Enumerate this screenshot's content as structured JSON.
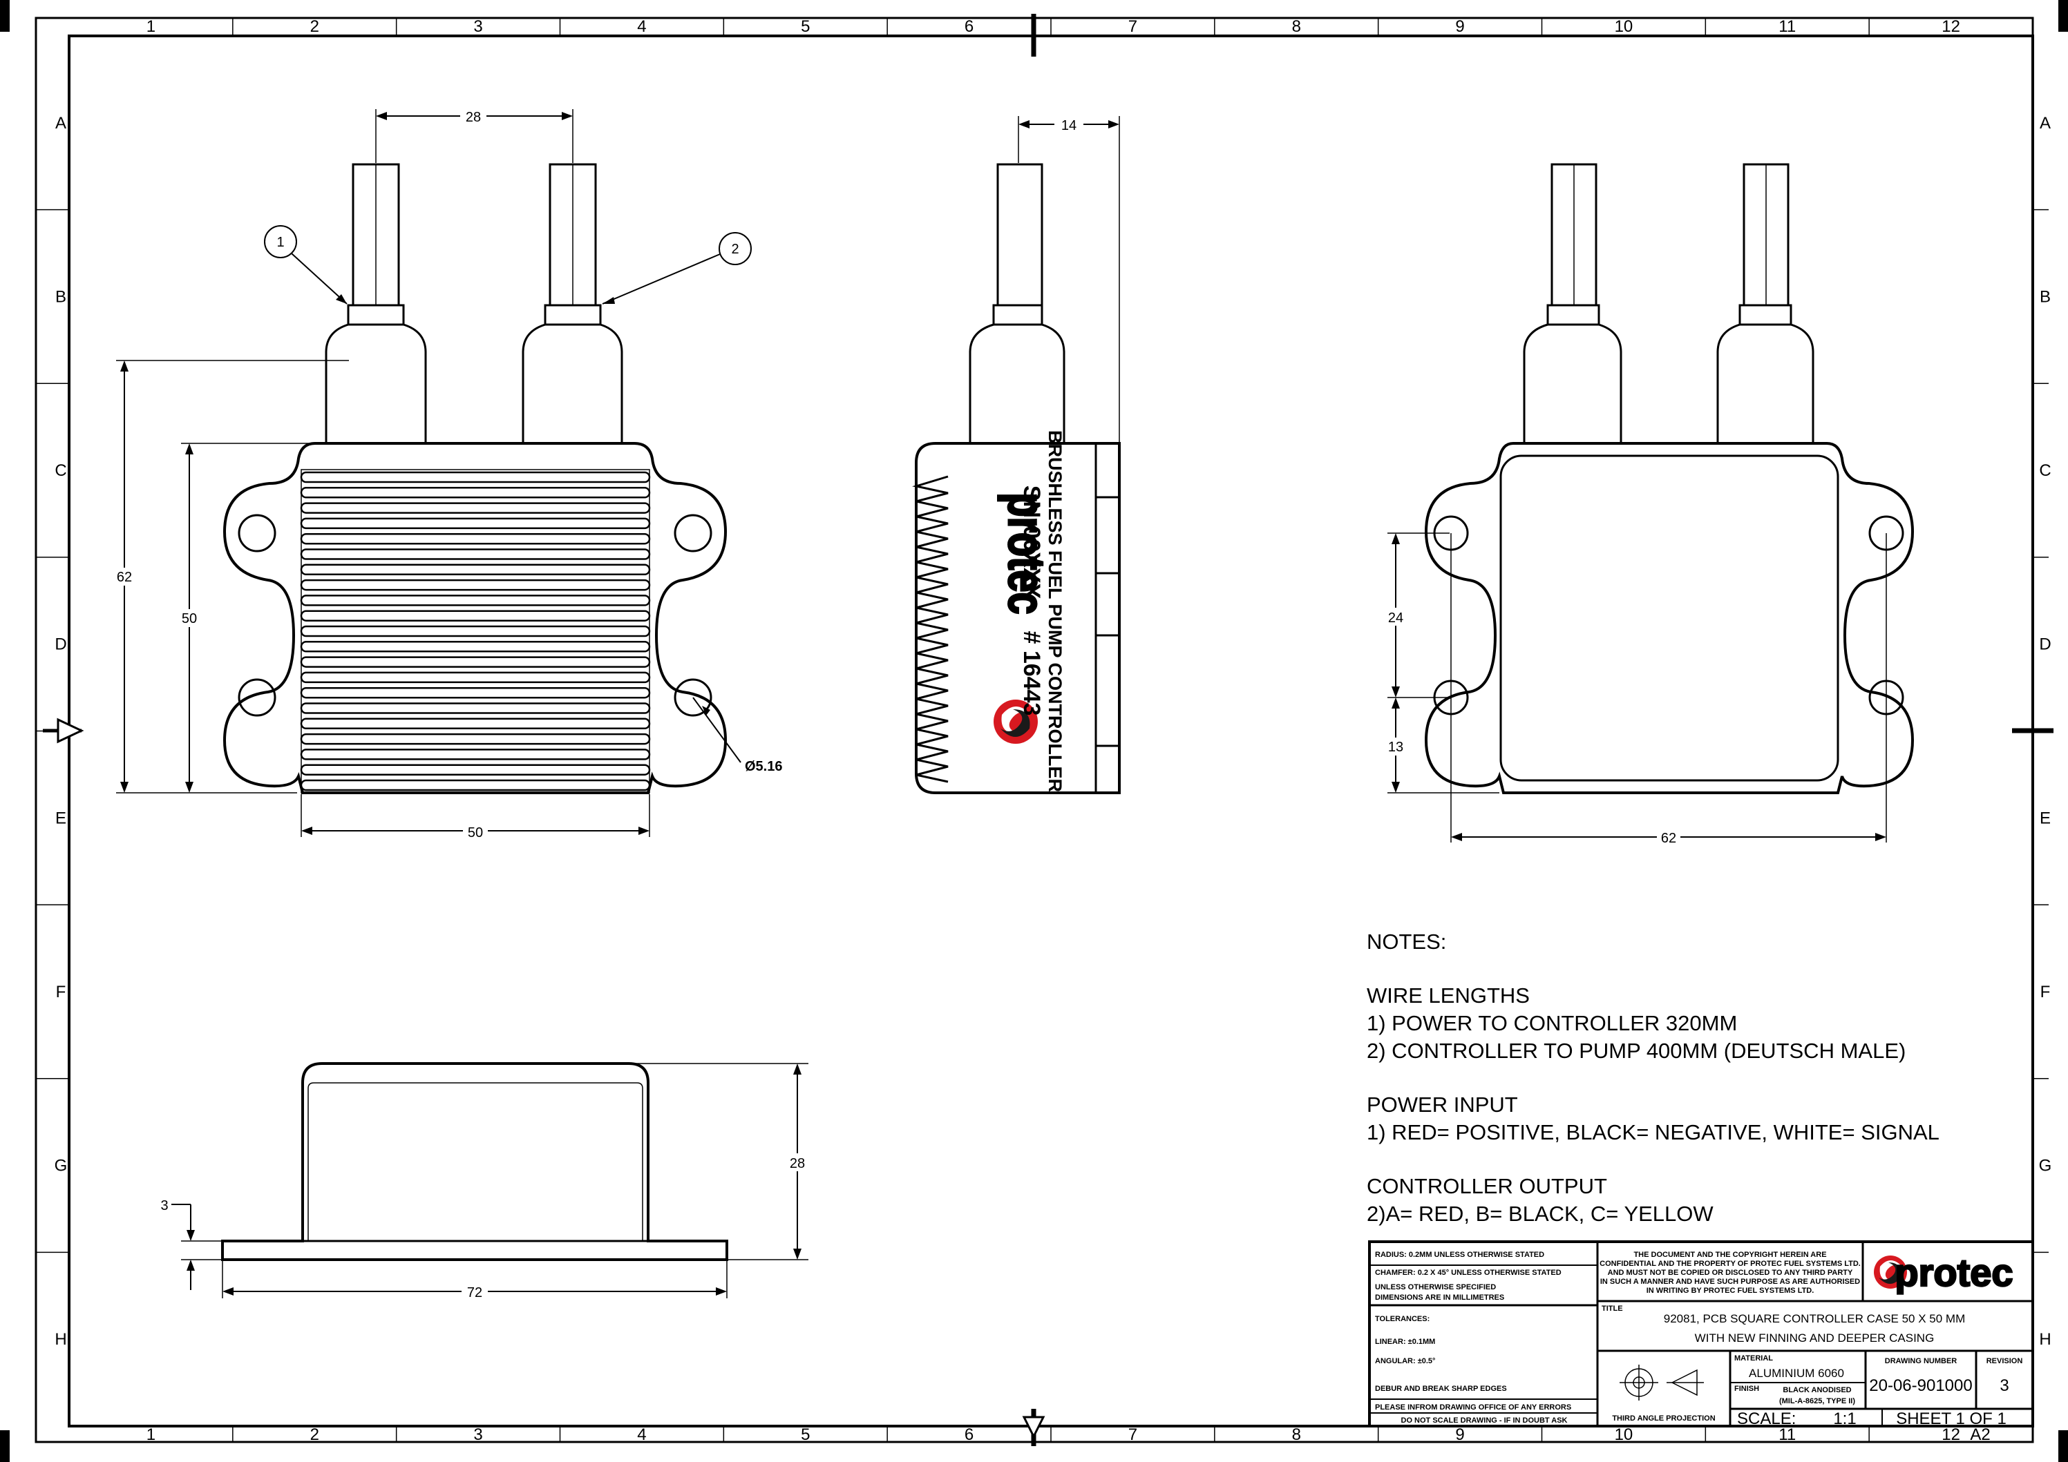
{
  "zones": {
    "columns": [
      "1",
      "2",
      "3",
      "4",
      "5",
      "6",
      "7",
      "8",
      "9",
      "10",
      "11",
      "12"
    ],
    "rows": [
      "A",
      "B",
      "C",
      "D",
      "E",
      "F",
      "G",
      "H"
    ]
  },
  "views": {
    "front": {
      "dims": {
        "wire_spacing": "28",
        "overall_height": "62",
        "body_height": "50",
        "body_width": "50",
        "hole_dia": "Ø5.16"
      },
      "balloons": [
        "1",
        "2"
      ]
    },
    "side": {
      "dims": {
        "depth": "14"
      },
      "label": {
        "brand": "protec",
        "line1": "BRUSHLESS FUEL PUMP CONTROLLER",
        "line2": "# 16443",
        "line3": "SN:00XXX"
      }
    },
    "rear": {
      "dims": {
        "hole_spacing": "24",
        "hole_offset": "13",
        "hole_span": "62"
      }
    },
    "bottom": {
      "dims": {
        "height": "28",
        "flange": "3",
        "overall_width": "72"
      }
    }
  },
  "notes": {
    "heading": "NOTES:",
    "groups": [
      {
        "title": "WIRE LENGTHS",
        "lines": [
          "1) POWER TO CONTROLLER 320MM",
          "2) CONTROLLER TO PUMP 400MM (DEUTSCH MALE)"
        ]
      },
      {
        "title": "POWER INPUT",
        "lines": [
          "1) RED= POSITIVE, BLACK= NEGATIVE, WHITE= SIGNAL"
        ]
      },
      {
        "title": "CONTROLLER OUTPUT",
        "lines": [
          "2)A= RED, B= BLACK, C= YELLOW"
        ]
      }
    ]
  },
  "title_block": {
    "general": [
      "RADIUS: 0.2MM UNLESS OTHERWISE STATED",
      "CHAMFER: 0.2 X 45° UNLESS OTHERWISE STATED",
      "UNLESS OTHERWISE SPECIFIED",
      "DIMENSIONS ARE IN MILLIMETRES"
    ],
    "tolerances": {
      "label": "TOLERANCES:",
      "linear": "LINEAR: ±0.1MM",
      "angular": "ANGULAR: ±0.5°"
    },
    "debur": "DEBUR AND BREAK SHARP EDGES",
    "inform": "PLEASE INFROM DRAWING OFFICE OF ANY ERRORS",
    "noscale": "DO NOT SCALE DRAWING  -  IF IN DOUBT ASK",
    "copyright": [
      "THE DOCUMENT AND THE COPYRIGHT HEREIN ARE",
      "CONFIDENTIAL AND THE PROPERTY OF PROTEC FUEL SYSTEMS LTD.",
      "AND MUST NOT BE COPIED OR DISCLOSED TO ANY THIRD PARTY",
      "IN SUCH A MANNER AND HAVE SUCH PURPOSE AS ARE AUTHORISED",
      "IN WRITING BY PROTEC FUEL SYSTEMS LTD."
    ],
    "brand": "protec",
    "title_label": "TITLE",
    "title_lines": [
      "92081, PCB SQUARE CONTROLLER CASE 50 X 50 MM",
      "WITH NEW FINNING AND DEEPER CASING"
    ],
    "projection": "THIRD ANGLE PROJECTION",
    "material_label": "MATERIAL",
    "material": "ALUMINIUM 6060",
    "finish_label": "FINISH",
    "finish_1": "BLACK ANODISED",
    "finish_2": "(MIL-A-8625, TYPE II)",
    "drawing_number_label": "DRAWING NUMBER",
    "drawing_number": "20-06-901000",
    "revision_label": "REVISION",
    "revision": "3",
    "scale_label": "SCALE:",
    "scale": "1:1",
    "sheet": "SHEET 1 OF 1",
    "size": "A2"
  }
}
